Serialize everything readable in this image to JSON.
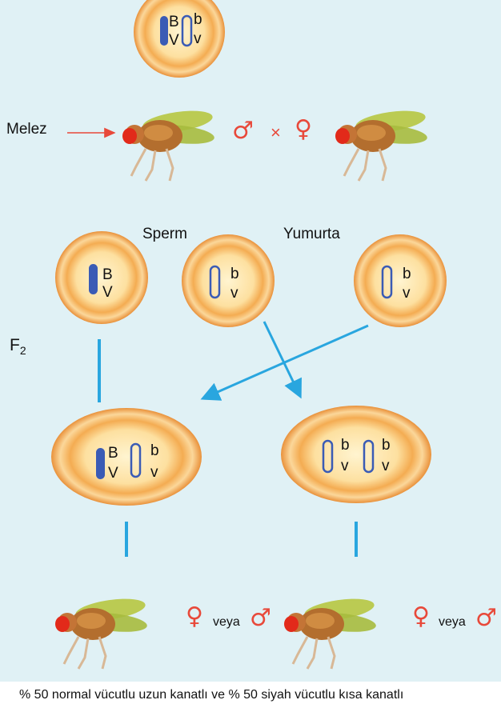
{
  "labels": {
    "hybrid": "Melez",
    "sperm": "Sperm",
    "egg": "Yumurta",
    "generation": "F",
    "generation_sub": "2",
    "cross": "×",
    "or": "veya",
    "caption": "% 50 normal vücutlu uzun kanatlı ve % 50 siyah vücutlu kısa kanatlı"
  },
  "symbols": {
    "male": "♂",
    "female": "♀"
  },
  "alleles": {
    "top_cell": [
      "B",
      "V",
      "b",
      "v"
    ],
    "sperm_1": [
      "B",
      "V"
    ],
    "sperm_2": [
      "b",
      "v"
    ],
    "egg": [
      "b",
      "v"
    ],
    "zygote_left": [
      "B",
      "V",
      "b",
      "v"
    ],
    "zygote_right": [
      "b",
      "v",
      "b",
      "v"
    ]
  },
  "colors": {
    "background": "#e0f1f5",
    "arrow_red": "#e8493a",
    "arrow_blue": "#29a6df",
    "chromosome_dark": "#3a5bb5",
    "cell_orange": "#f0a447",
    "cell_light": "#fde5a3"
  }
}
